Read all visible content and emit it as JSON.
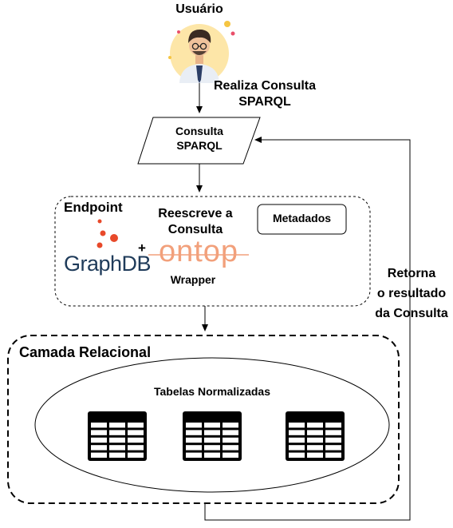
{
  "user": {
    "label": "Usuário",
    "icon": "user-avatar-icon"
  },
  "edges": {
    "query_label_line1": "Realiza Consulta",
    "query_label_line2": "SPARQL",
    "return_label_line1": "Retorna",
    "return_label_line2": "o resultado",
    "return_label_line3": "da Consulta"
  },
  "query_box": {
    "line1": "Consulta",
    "line2": "SPARQL"
  },
  "endpoint": {
    "title": "Endpoint",
    "rewrite_line1": "Reescreve a",
    "rewrite_line2": "Consulta",
    "metadata": "Metadados",
    "graphdb_logo": "GraphDB",
    "plus": "+",
    "ontop_logo": "ontop",
    "wrapper": "Wrapper"
  },
  "relational": {
    "title": "Camada Relacional",
    "tables_label": "Tabelas Normalizadas",
    "table_icon": "table-icon"
  },
  "colors": {
    "stroke": "#000000",
    "graphdb_dots": "#e8492a",
    "graphdb_text": "#1f3b5a",
    "ontop": "#f2a07b",
    "avatar_bg": "#fde6a8"
  }
}
